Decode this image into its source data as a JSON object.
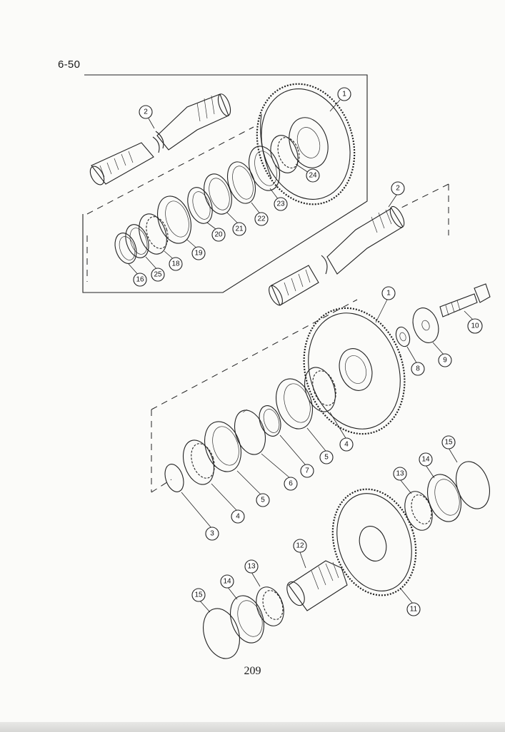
{
  "document": {
    "section_number": "6-50",
    "page_number": "209"
  },
  "callouts": {
    "top_gear": "1",
    "top_shaft": "2",
    "top_ring_16": "16",
    "top_ring_25": "25",
    "top_bearing_18": "18",
    "top_cup_19": "19",
    "top_ring_20": "20",
    "top_ring_21": "21",
    "top_ring_22": "22",
    "top_cup_23": "23",
    "top_bearing_24": "24",
    "mid_shaft": "2",
    "mid_gear": "1",
    "mid_washer_8": "8",
    "mid_washer_9": "9",
    "mid_bolt_10": "10",
    "mid_bearing_4a": "4",
    "mid_cup_5a": "5",
    "mid_ring_7": "7",
    "mid_ring_6": "6",
    "mid_cup_5b": "5",
    "mid_bearing_4b": "4",
    "mid_snapring_3": "3",
    "low_bearing_13a": "13",
    "low_cup_14a": "14",
    "low_snapring_15a": "15",
    "low_gear_11": "11",
    "low_shaft_12": "12",
    "low_bearing_13b": "13",
    "low_cup_14b": "14",
    "low_snapring_15b": "15"
  }
}
